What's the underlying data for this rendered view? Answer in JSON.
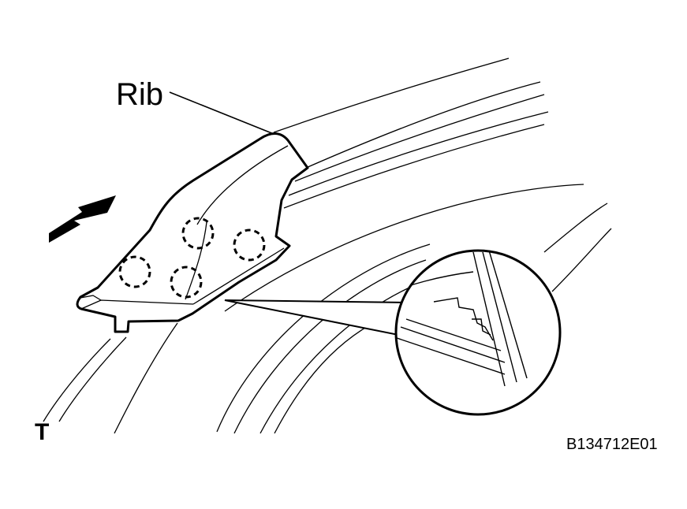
{
  "callout": {
    "text": "Rib"
  },
  "view_marker": {
    "text": "T"
  },
  "illustration_code": {
    "text": "B134712E01"
  },
  "clip_marker_count": 4,
  "colors": {
    "ink": "#000000",
    "background": "#ffffff"
  },
  "icons": {
    "direction_arrow": "arrow-icon",
    "detail_view": "magnified-detail-circle"
  }
}
